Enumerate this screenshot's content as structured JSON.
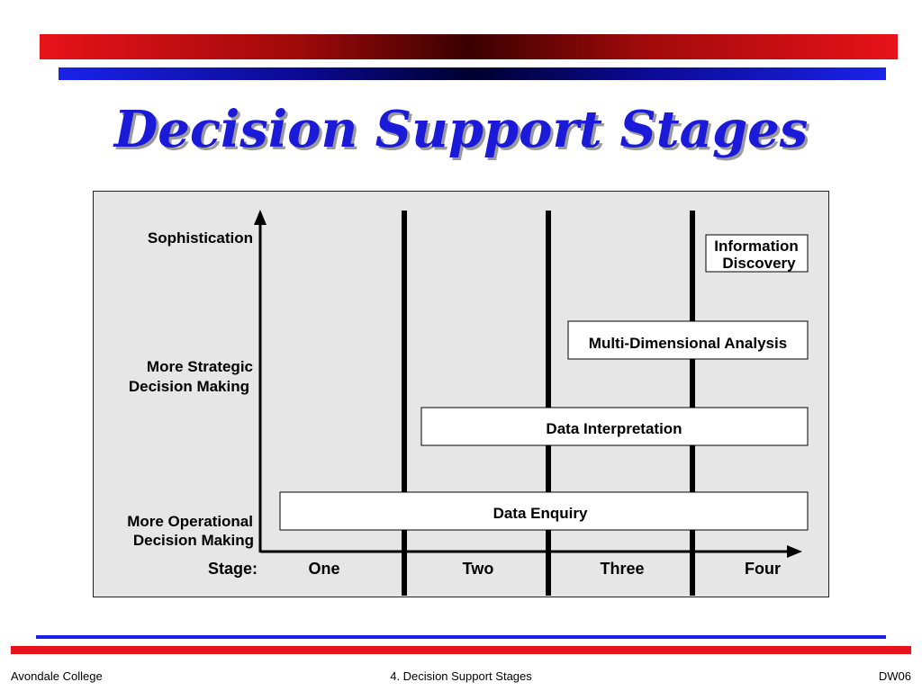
{
  "title": "Decision Support Stages",
  "diagram": {
    "axis_labels": {
      "sophistication": "Sophistication",
      "strategic": [
        "More Strategic",
        "Decision Making"
      ],
      "operational": [
        "More Operational",
        "Decision Making"
      ]
    },
    "stage_label": "Stage:",
    "stages": [
      "One",
      "Two",
      "Three",
      "Four"
    ],
    "boxes": [
      {
        "lines": [
          "Information",
          "Discovery"
        ]
      },
      {
        "lines": [
          "Multi-Dimensional Analysis"
        ]
      },
      {
        "lines": [
          "Data Interpretation"
        ]
      },
      {
        "lines": [
          "Data Enquiry"
        ]
      }
    ]
  },
  "footer": {
    "left": "Avondale College",
    "center": "4. Decision Support Stages",
    "right": "DW06"
  },
  "colors": {
    "title": "#1a1ad8",
    "red_bar": "#e8121a",
    "blue_bar": "#1a22e8",
    "panel": "#e6e6e6"
  }
}
